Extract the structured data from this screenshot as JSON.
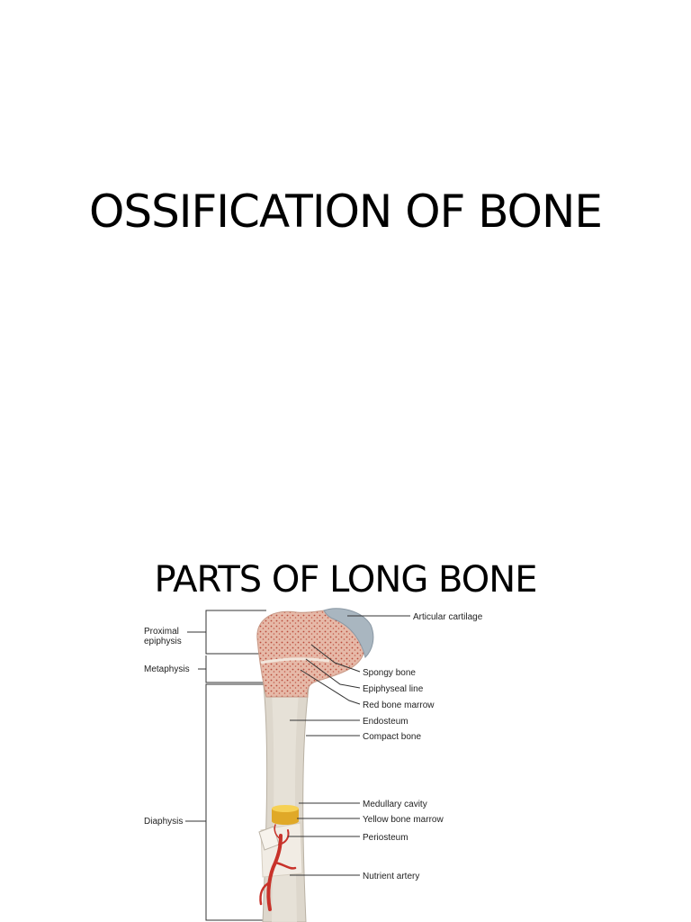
{
  "page": {
    "title": "OSSIFICATION OF BONE"
  },
  "figure": {
    "heading": "PARTS OF LONG BONE",
    "left_labels": {
      "proximal_epiphysis_line1": "Proximal",
      "proximal_epiphysis_line2": "epiphysis",
      "metaphysis": "Metaphysis",
      "diaphysis": "Diaphysis"
    },
    "right_labels": {
      "articular_cartilage": "Articular cartilage",
      "spongy_bone": "Spongy bone",
      "epiphyseal_line": "Epiphyseal line",
      "red_bone_marrow": "Red bone marrow",
      "endosteum": "Endosteum",
      "compact_bone": "Compact bone",
      "medullary_cavity": "Medullary cavity",
      "yellow_bone_marrow": "Yellow bone marrow",
      "periosteum": "Periosteum",
      "nutrient_artery": "Nutrient artery"
    },
    "colors": {
      "shaft": "#ddd7cc",
      "spongy": "#e6b9a8",
      "spongy_dots": "#b84a3a",
      "cartilage": "#a9b6c0",
      "yellow_marrow": "#f2c13a",
      "artery": "#c8322a",
      "lines": "#333333"
    }
  }
}
